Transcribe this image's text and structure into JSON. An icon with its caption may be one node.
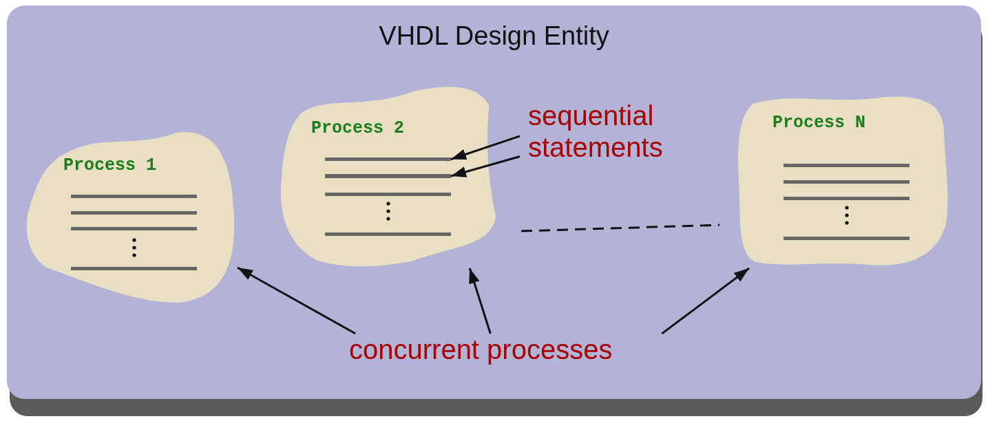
{
  "diagram": {
    "nodes": [
      {
        "text": [
          "VHDL Design Entity"
        ]
      },
      {
        "text": [
          "Process 1"
        ],
        "in": 0
      },
      {
        "text": [
          "Process 2"
        ],
        "in": 0
      },
      {
        "text": [],
        "shape": "bar",
        "in": 2
      },
      {
        "text": [],
        "shape": "bar",
        "in": 2
      },
      {
        "text": [
          "sequential statements"
        ],
        "in": 0
      },
      {
        "text": [
          "Process N"
        ],
        "in": 0
      },
      {
        "text": [
          "concurrent processes"
        ],
        "in": 0
      }
    ],
    "edges": [
      {
        "from": 5,
        "to": 3,
        "arrow": "to"
      },
      {
        "from": 5,
        "to": 4,
        "arrow": "to"
      },
      {
        "from": 7,
        "to": 1,
        "arrow": "to"
      },
      {
        "from": 7,
        "to": 2,
        "arrow": "to"
      },
      {
        "from": 7,
        "to": 6,
        "arrow": "to"
      }
    ]
  }
}
